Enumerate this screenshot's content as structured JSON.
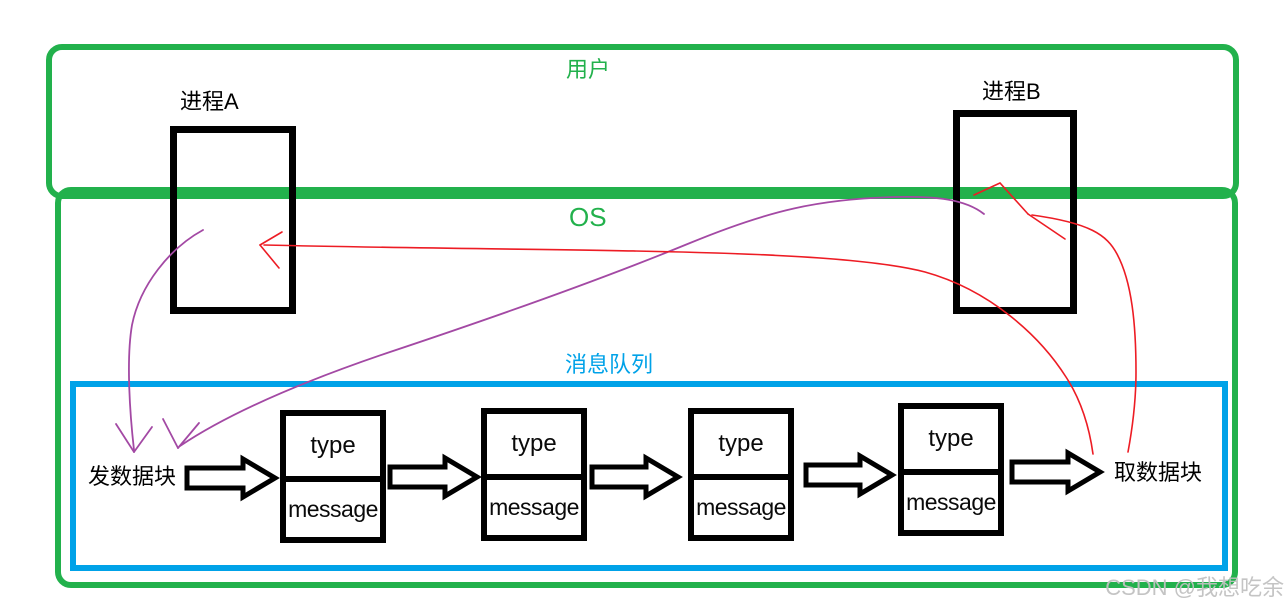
{
  "diagram_title": "message-queue-ipc",
  "user_layer": {
    "label": "用户"
  },
  "os_layer": {
    "label": "OS"
  },
  "process_a": {
    "label": "进程A"
  },
  "process_b": {
    "label": "进程B"
  },
  "queue": {
    "label": "消息队列",
    "send_label": "发数据块",
    "receive_label": "取数据块",
    "nodes": [
      {
        "type": "type",
        "message": "message"
      },
      {
        "type": "type",
        "message": "message"
      },
      {
        "type": "type",
        "message": "message"
      },
      {
        "type": "type",
        "message": "message"
      }
    ]
  },
  "watermark": {
    "text": "CSDN @我想吃余"
  },
  "colors": {
    "layer_border_green": "#22B14C",
    "queue_border_blue": "#00A2E8",
    "sketch_purple": "#A349A4",
    "sketch_red": "#ED1C24",
    "box_black": "#000000",
    "watermark_gray": "#C1C1C1"
  }
}
